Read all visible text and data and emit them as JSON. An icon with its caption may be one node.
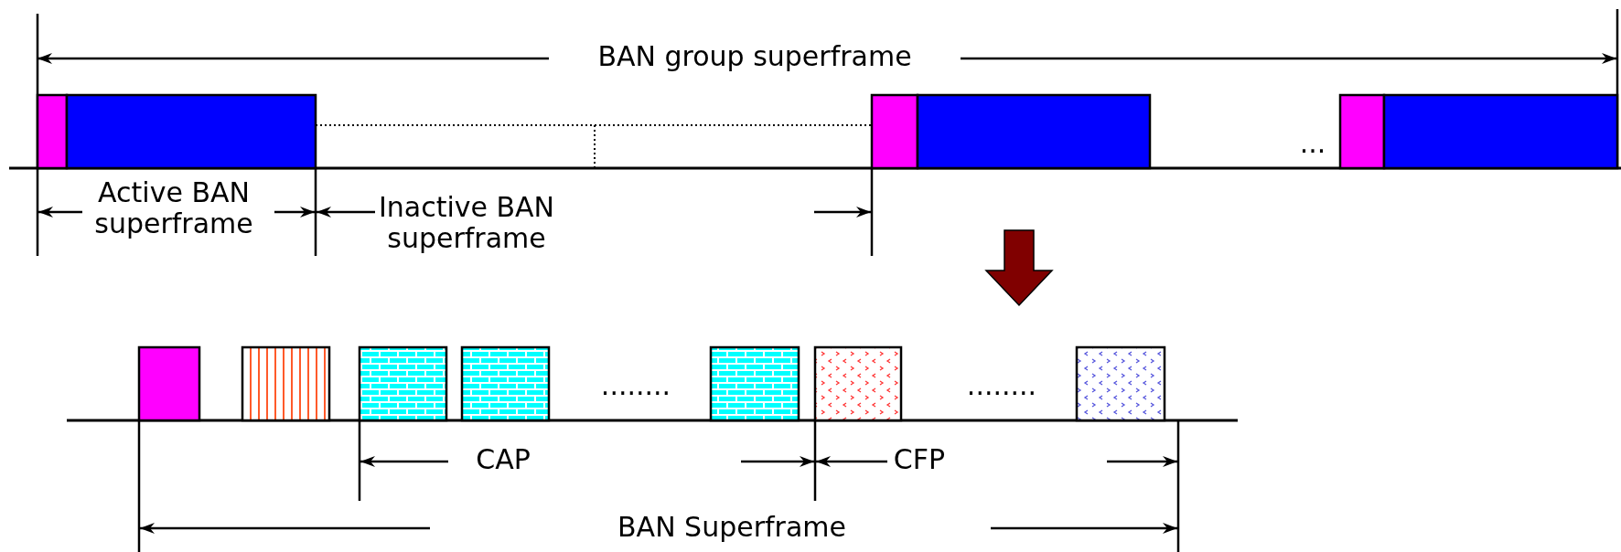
{
  "diagram": {
    "nodes": [
      {
        "text": [],
        "shape": "box"
      },
      {
        "text": [],
        "shape": "box"
      },
      {
        "text": [],
        "shape": "box"
      },
      {
        "text": [],
        "shape": "box"
      },
      {
        "text": [],
        "shape": "box"
      },
      {
        "text": [],
        "shape": "box"
      },
      {
        "text": [],
        "shape": "box"
      },
      {
        "text": [],
        "shape": "box"
      },
      {
        "text": [],
        "shape": "box"
      },
      {
        "text": [],
        "shape": "box"
      },
      {
        "text": [],
        "shape": "box"
      },
      {
        "text": [],
        "shape": "box"
      },
      {
        "text": [],
        "shape": "box"
      }
    ],
    "edges": [
      {
        "from": 1,
        "to": 2,
        "arrow": "none",
        "style": "dashed"
      }
    ],
    "labels": [
      "BAN group superframe",
      "...",
      "Active BAN superframe",
      "Inactive BAN superframe",
      "........",
      "........",
      "CAP",
      "CFP",
      "BAN Superframe"
    ]
  }
}
